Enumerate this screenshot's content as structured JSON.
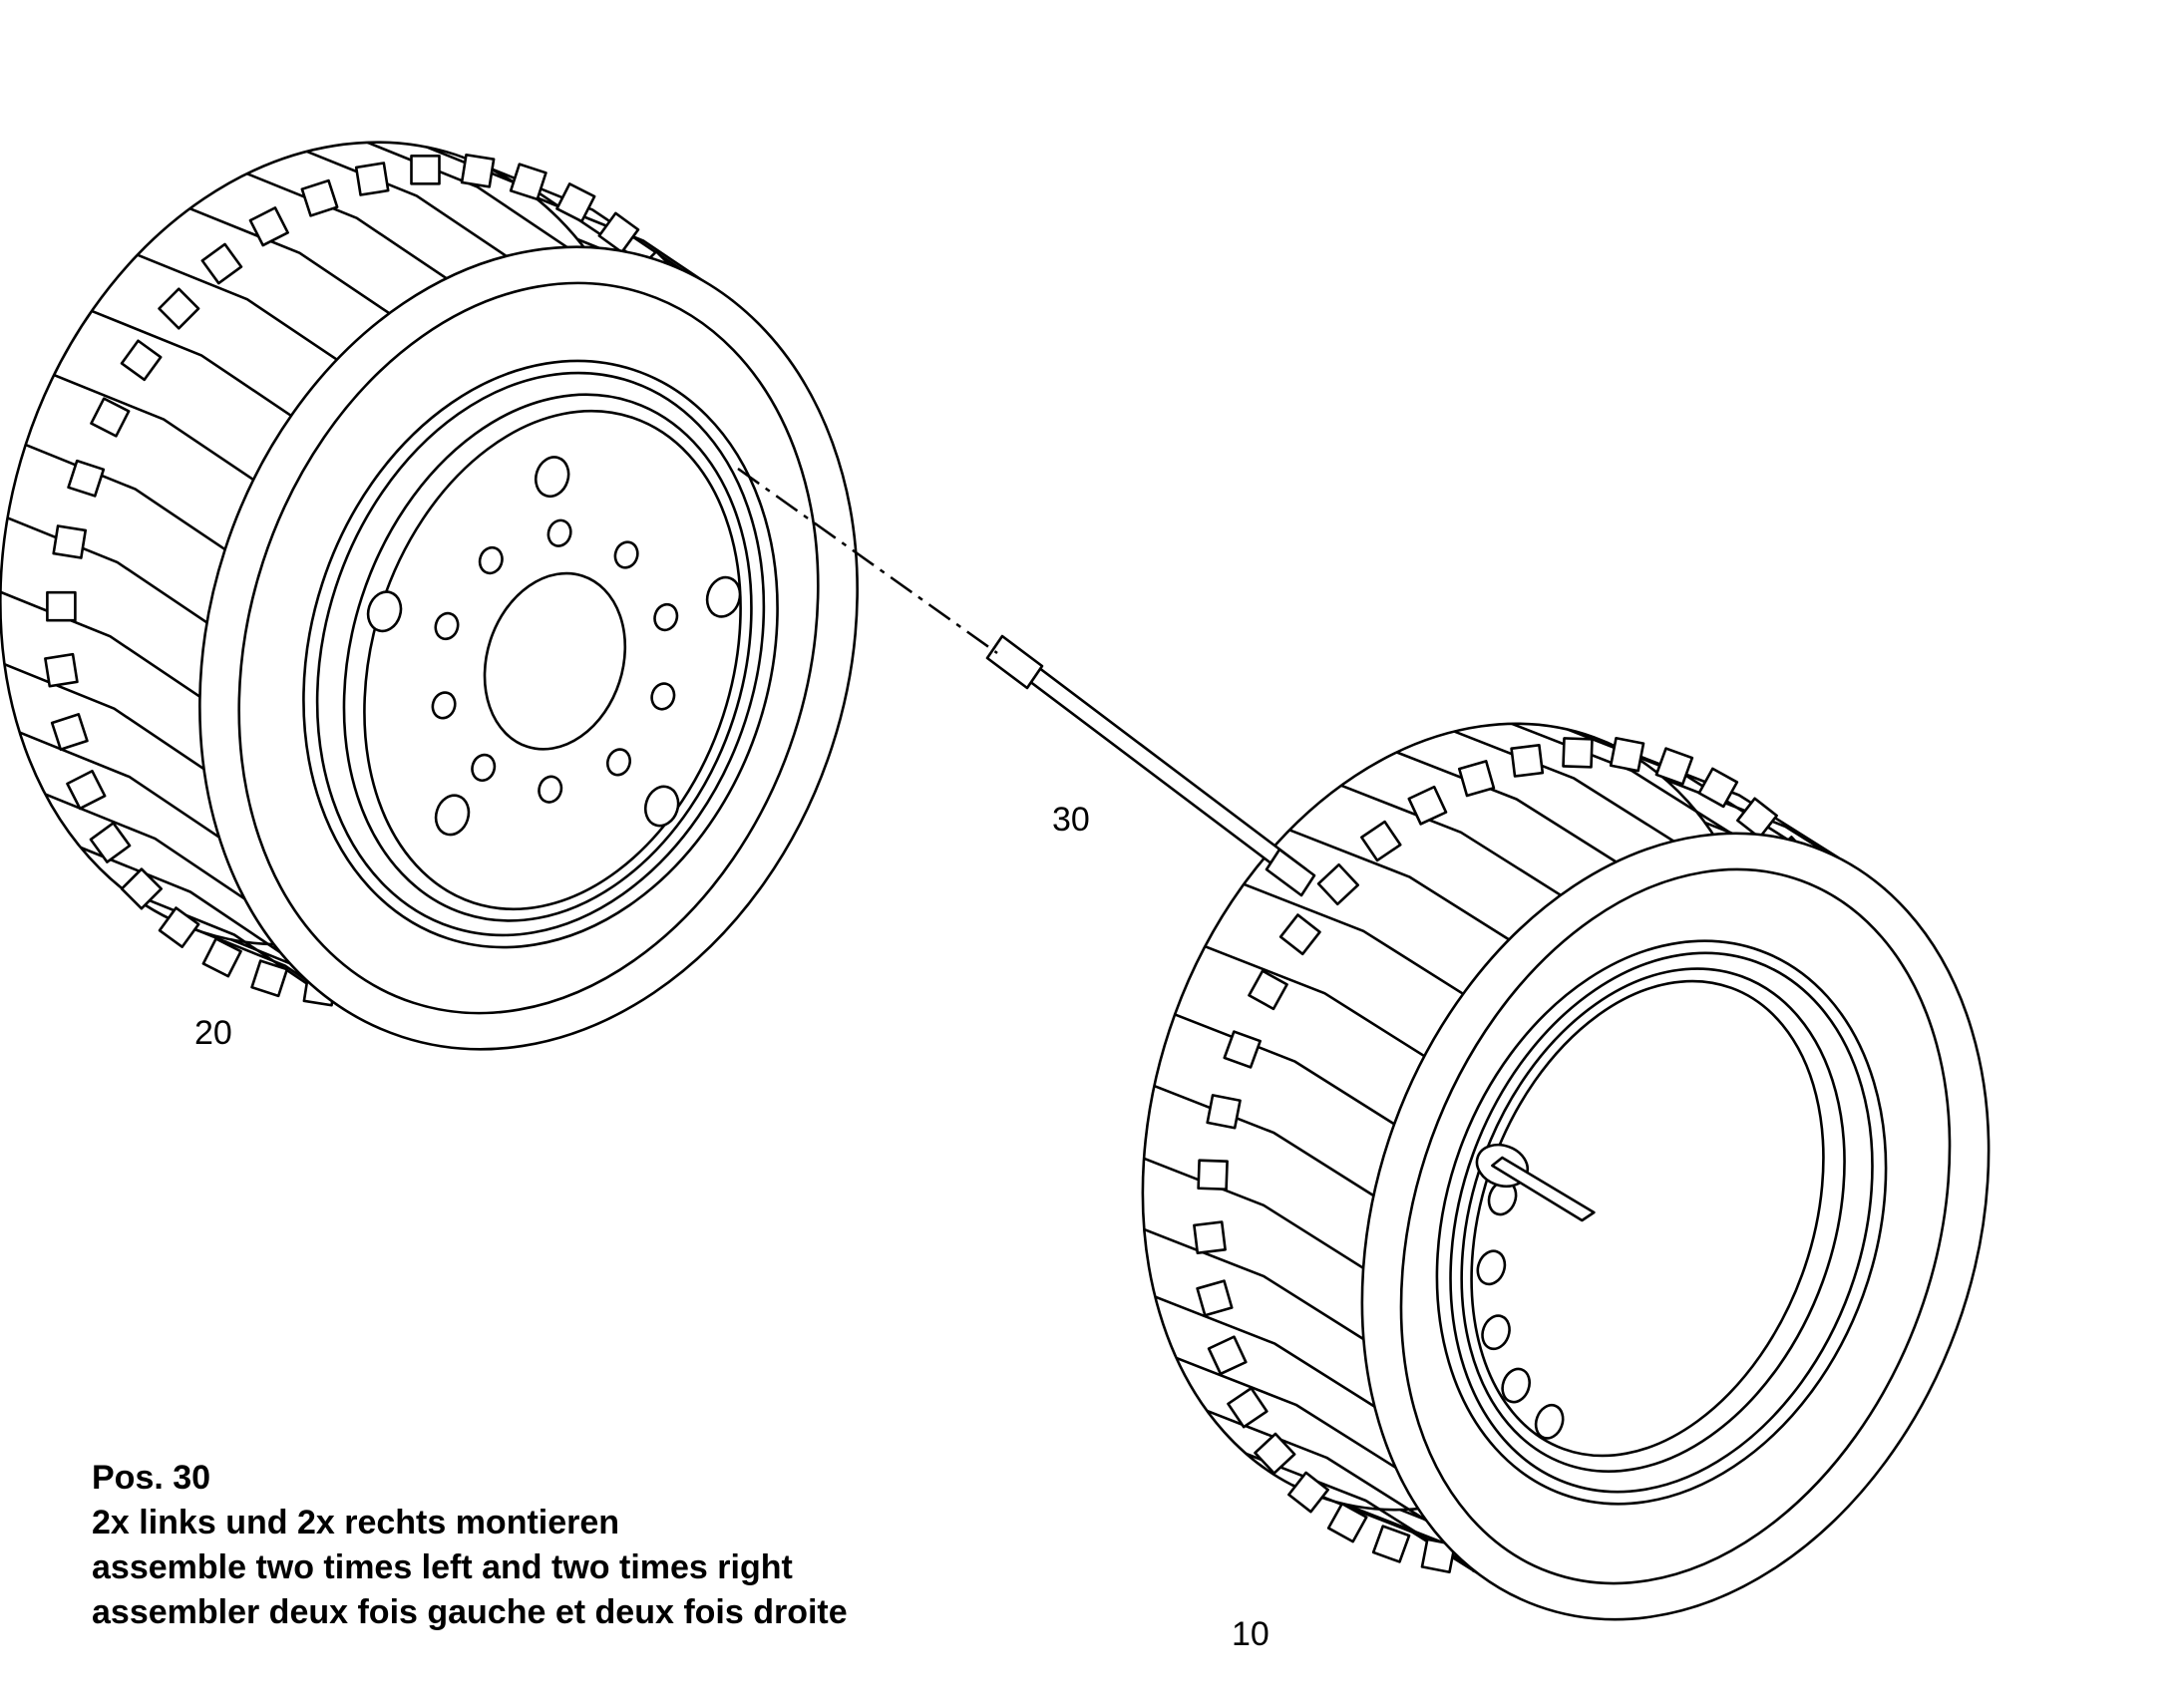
{
  "callouts": {
    "wheel_rear": "20",
    "valve_stem": "30",
    "wheel_front": "10"
  },
  "note": {
    "title": "Pos. 30",
    "line_de": "2x links und 2x rechts montieren",
    "line_en": "assemble two times left and two times right",
    "line_fr": "assembler deux fois gauche et deux fois droite"
  }
}
